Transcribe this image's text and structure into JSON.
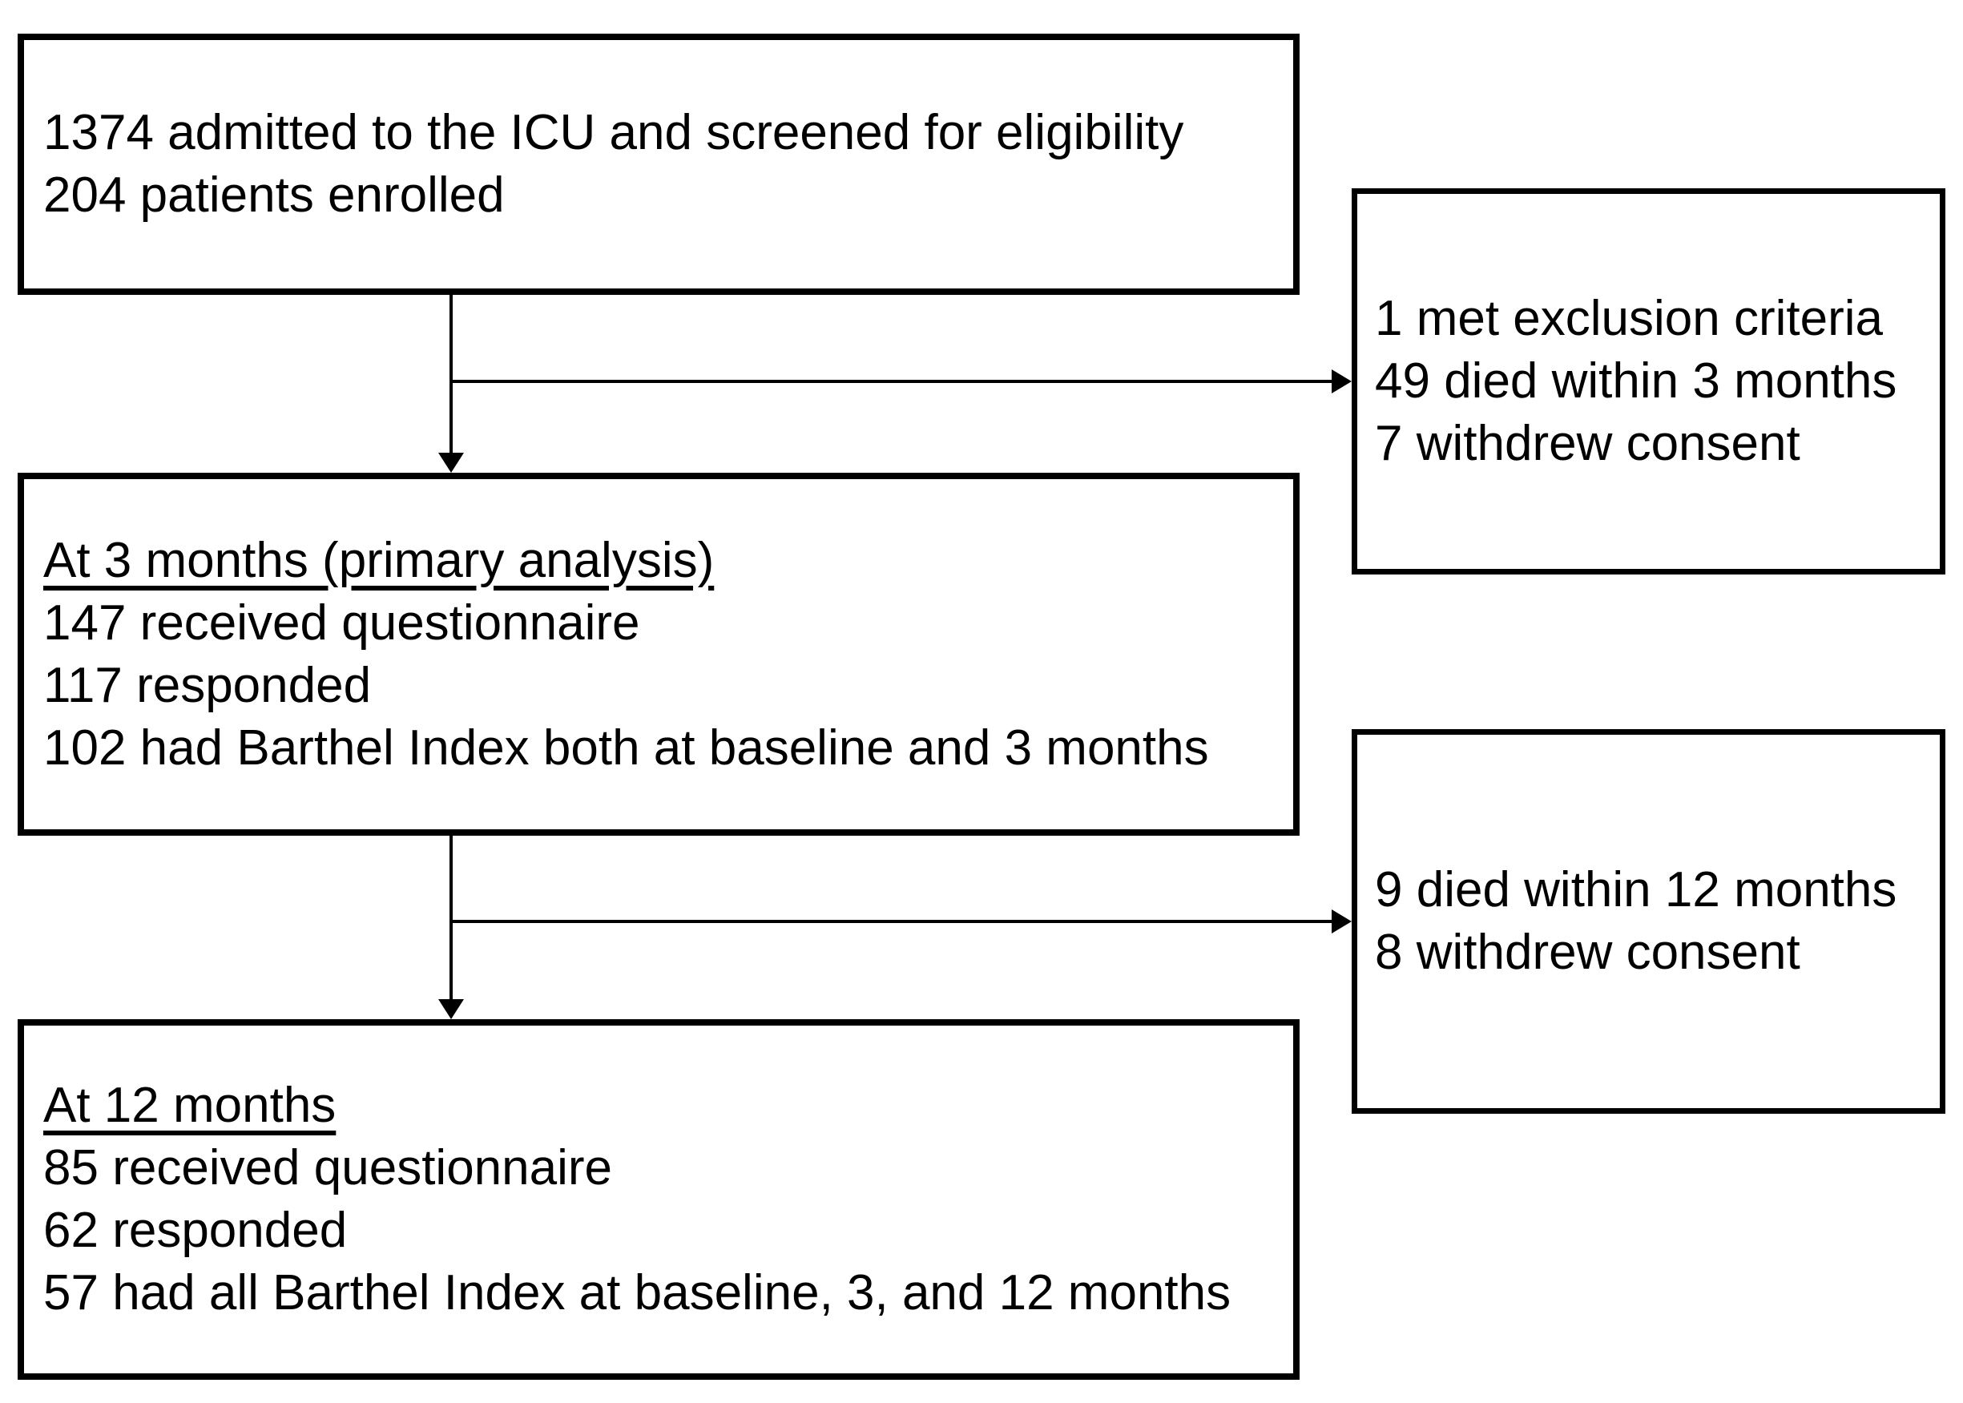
{
  "colors": {
    "background": "#ffffff",
    "box_border": "#000000",
    "text": "#000000",
    "connector": "#000000"
  },
  "boxes": {
    "enrollment": {
      "lines": [
        "1374 admitted to the ICU and screened for eligibility",
        "204 patients enrolled"
      ]
    },
    "exclusions_3mo": {
      "lines": [
        "1 met exclusion criteria",
        "49 died within 3 months",
        "7 withdrew consent"
      ]
    },
    "three_months": {
      "heading": "At 3 months (primary analysis)",
      "lines": [
        "147 received questionnaire",
        "117 responded",
        "102 had Barthel Index both at baseline and 3 months"
      ]
    },
    "exclusions_12mo": {
      "lines": [
        "9 died within 12 months",
        "8 withdrew consent"
      ]
    },
    "twelve_months": {
      "heading": "At 12 months",
      "lines": [
        "85 received questionnaire",
        "62 responded",
        "57 had all Barthel Index at baseline, 3, and 12 months"
      ]
    }
  }
}
